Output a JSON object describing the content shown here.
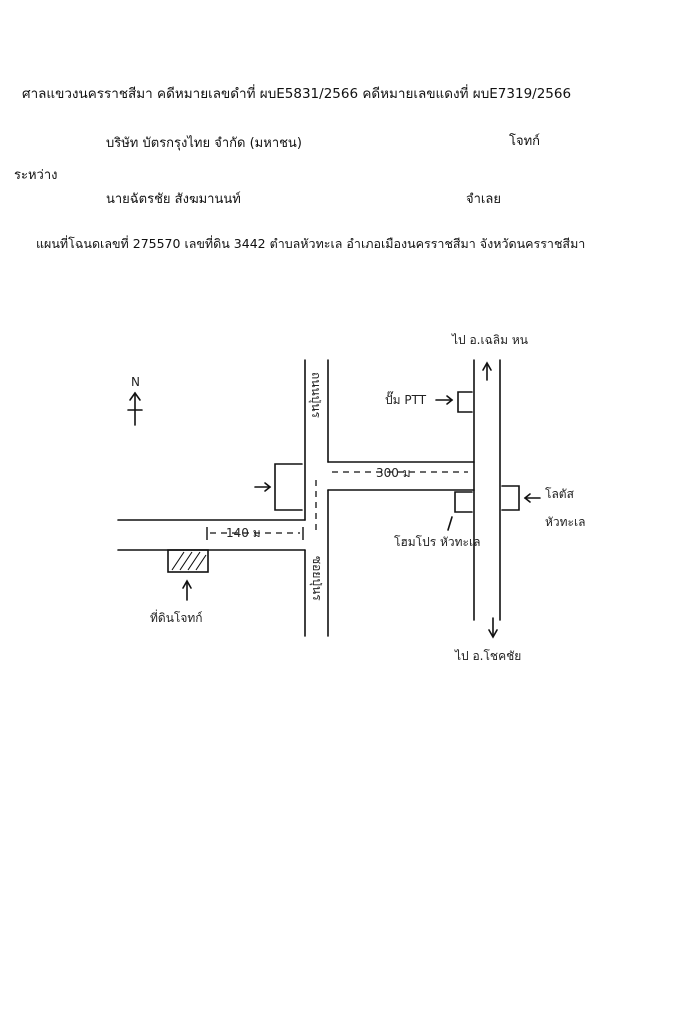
{
  "header": {
    "court_line": "ศาลแขวงนครราชสีมา คดีหมายเลขดำที่ ผบE5831/2566 คดีหมายเลขแดงที่ ผบE7319/2566",
    "plaintiff_name": "บริษัท บัตรกรุงไทย จำกัด (มหาชน)",
    "plaintiff_role": "โจทก์",
    "between": "ระหว่าง",
    "defendant_name": "นายฉัตรชัย  สังฆมานนท์",
    "defendant_role": "จำเลย",
    "map_caption": "แผนที่โฉนดเลขที่ 275570 เลขที่ดิน 3442 ตำบลหัวทะเล อำเภอเมืองนครราชสีมา จังหวัดนครราชสีมา"
  },
  "sketch": {
    "north": "N",
    "to_top": "ไป อ.เฉลิม หน",
    "ptt": "ปั๊ม PTT",
    "distance_300": "300 ม",
    "distance_140": "140 ม",
    "road_upper": "ถนนปุ่นร",
    "road_lower": "ซอยปุ่นร",
    "school": "โลตัส",
    "school2": "หัวทะเล",
    "homepro": "โฮมโปร หัวทะเล",
    "land": "ที่ดินโจทก์",
    "to_bottom": "ไป อ.โชคชัย"
  }
}
